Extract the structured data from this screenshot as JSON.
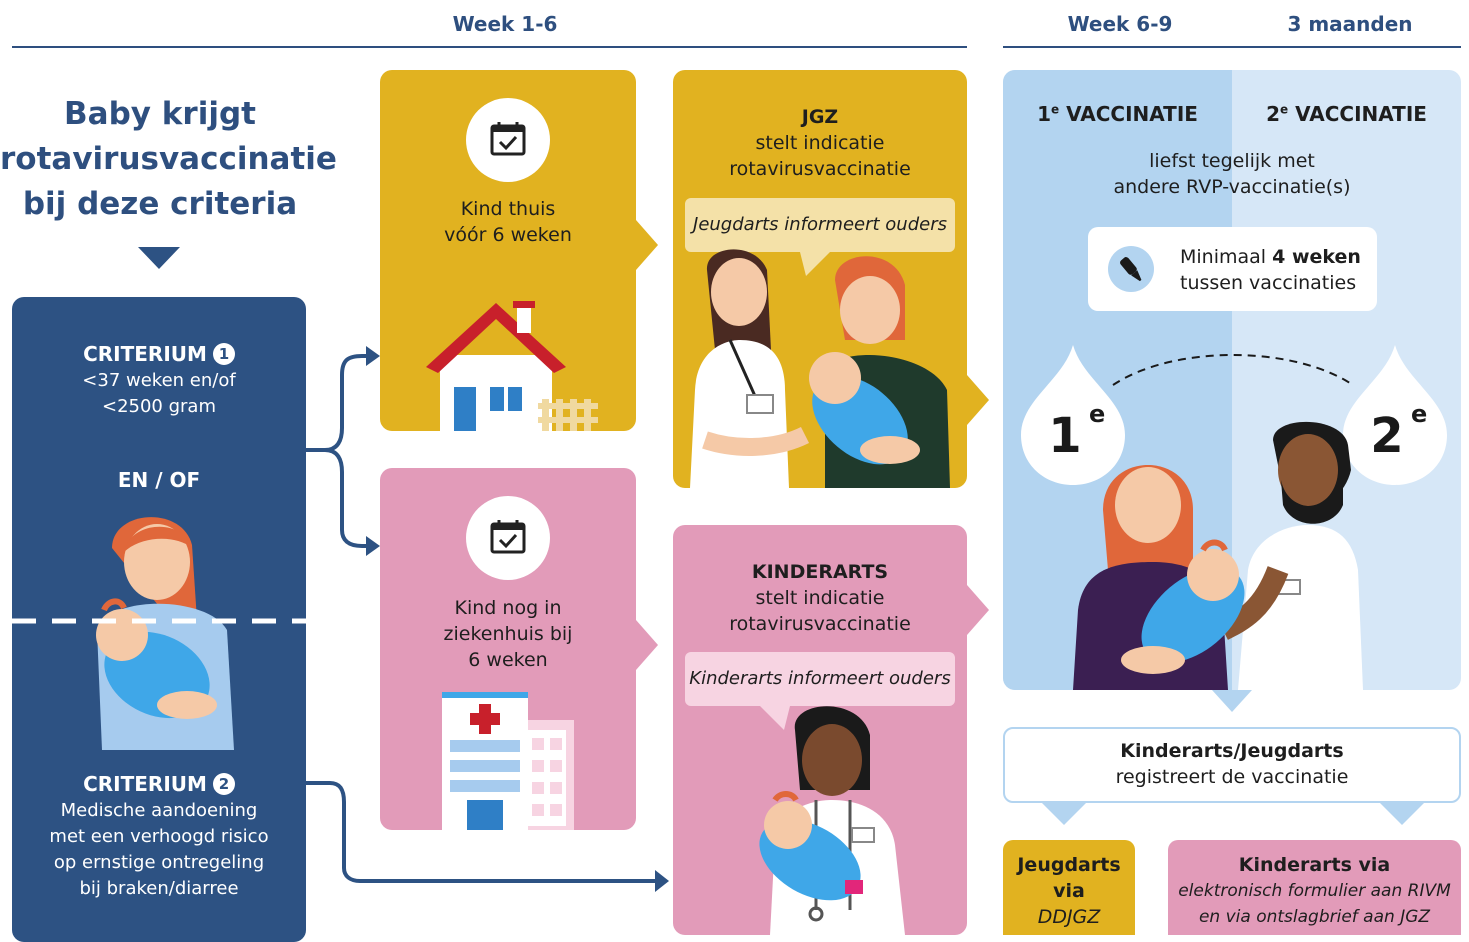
{
  "header": {
    "week16": "Week 1-6",
    "week69": "Week 6-9",
    "months3": "3 maanden"
  },
  "title": {
    "line1": "Baby krijgt",
    "line2": "rotavirusvaccinatie",
    "line3": "bij deze criteria"
  },
  "criteria": {
    "c1_label": "CRITERIUM",
    "c1_number": "1",
    "c1_line1": "<37 weken en/of",
    "c1_line2": "<2500 gram",
    "and_or": "EN / OF",
    "c2_label": "CRITERIUM",
    "c2_number": "2",
    "c2_line1": "Medische aandoening",
    "c2_line2": "met een verhoogd risico",
    "c2_line3": "op ernstige ontregeling",
    "c2_line4": "bij braken/diarree"
  },
  "home_box": {
    "line1": "Kind thuis",
    "line2": "vóór 6 weken"
  },
  "hospital_box": {
    "line1": "Kind nog in",
    "line2": "ziekenhuis bij",
    "line3": "6 weken"
  },
  "jgz_box": {
    "title": "JGZ",
    "line1": "stelt indicatie",
    "line2": "rotavirusvaccinatie",
    "bubble": "Jeugdarts informeert ouders"
  },
  "kinderarts_box": {
    "title": "KINDERARTS",
    "line1": "stelt indicatie",
    "line2": "rotavirusvaccinatie",
    "bubble": "Kinderarts informeert ouders"
  },
  "vaccination": {
    "first_num": "1",
    "first_sup": "e",
    "first_label": "VACCINATIE",
    "second_num": "2",
    "second_sup": "e",
    "second_label": "VACCINATIE",
    "together_line1": "liefst tegelijk met",
    "together_line2": "andere RVP-vaccinatie(s)",
    "min_prefix": "Minimaal ",
    "min_bold": "4 weken",
    "min_line2": "tussen vaccinaties",
    "drop1_num": "1",
    "drop1_sup": "e",
    "drop2_num": "2",
    "drop2_sup": "e"
  },
  "register": {
    "title": "Kinderarts/Jeugdarts",
    "line": "registreert de vaccinatie"
  },
  "jeugdarts_via": {
    "line1": "Jeugdarts",
    "line2": "via",
    "line3": "DDJGZ"
  },
  "kinderarts_via": {
    "title": "Kinderarts via",
    "line1": "elektronisch formulier aan RIVM",
    "line2": "en via ontslagbrief aan JGZ"
  },
  "colors": {
    "navy": "#2d5283",
    "yellow": "#e1b220",
    "pink": "#e29bb9",
    "light_blue": "#b3d4f0",
    "lighter_blue": "#d6e7f7"
  }
}
